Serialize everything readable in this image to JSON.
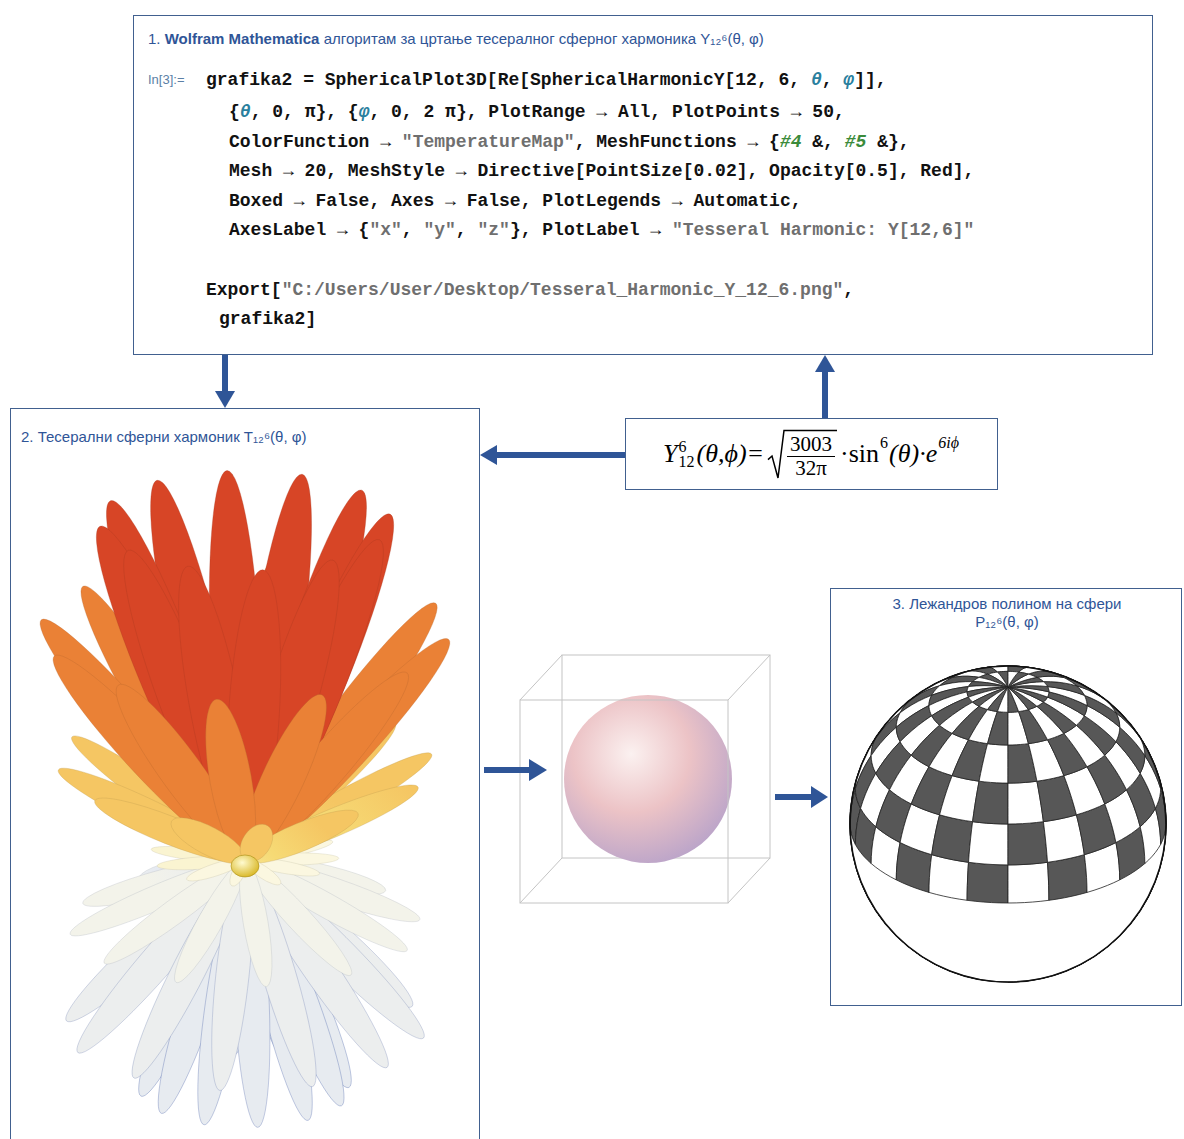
{
  "diagram": {
    "nodes": [
      {
        "text": [
          "1. Wolfram Mathematica алгоритам за цртање тесералног сферног хармоника Y₁₂⁶(θ, φ)",
          "In[3]:=",
          "grafika2 = SphericalPlot3D[Re[SphericalHarmonicY[12, 6, θ, φ]],",
          "{θ, 0, π}, {φ, 0, 2 π}, PlotRange → All, PlotPoints → 50,",
          "ColorFunction → \"TemperatureMap\", MeshFunctions → {#4 &, #5 &},",
          "Mesh → 20, MeshStyle → Directive[PointSize[0.02], Opacity[0.5], Red],",
          "Boxed → False, Axes → False, PlotLegends → Automatic,",
          "AxesLabel → {\"x\", \"y\", \"z\"}, PlotLabel → \"Tesseral Harmonic: Y[12,6]\"",
          "Export[\"C:/Users/User/Desktop/Tesseral_Harmonic_Y_12_6.png\",",
          "grafika2]"
        ]
      },
      {
        "text": [
          "2. Тесерални сферни хармоник T₁₂⁶(θ, φ)"
        ]
      },
      {
        "text": [
          "Y",
          "6",
          "12",
          "(θ,ϕ)=",
          "3003",
          "32π",
          "·sin",
          "6",
          "(θ)·e",
          "6iϕ"
        ]
      },
      {
        "text": [
          "3. Лежандров полином на сфери P₁₂⁶(θ, φ)"
        ]
      }
    ],
    "edges": [
      {
        "from": 0,
        "to": 1,
        "arrow": "to"
      },
      {
        "from": 2,
        "to": 0,
        "arrow": "to"
      },
      {
        "from": 2,
        "to": 1,
        "arrow": "to"
      }
    ]
  }
}
